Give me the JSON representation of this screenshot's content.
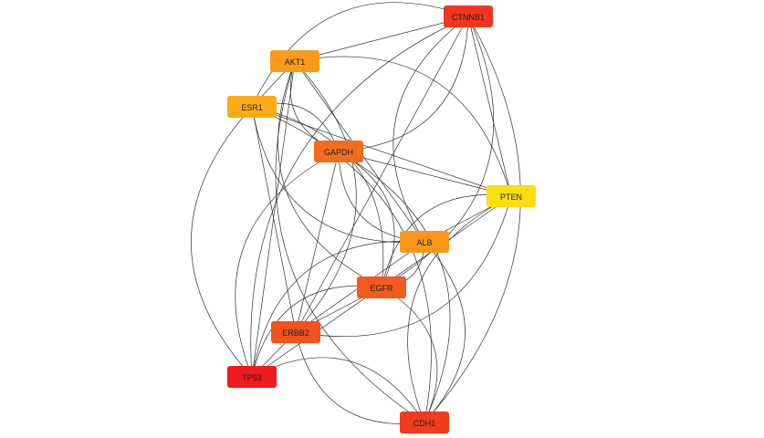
{
  "network": {
    "nodes": [
      {
        "id": "CTNNB1",
        "label": "CTNNB1",
        "color": "#f2361d"
      },
      {
        "id": "AKT1",
        "label": "AKT1",
        "color": "#fa9a17"
      },
      {
        "id": "ESR1",
        "label": "ESR1",
        "color": "#fcaa16"
      },
      {
        "id": "GAPDH",
        "label": "GAPDH",
        "color": "#f56d1c"
      },
      {
        "id": "PTEN",
        "label": "PTEN",
        "color": "#fcdc12"
      },
      {
        "id": "ALB",
        "label": "ALB",
        "color": "#fa961a"
      },
      {
        "id": "EGFR",
        "label": "EGFR",
        "color": "#f35a1d"
      },
      {
        "id": "ERBB2",
        "label": "ERBB2",
        "color": "#f3521d"
      },
      {
        "id": "TP53",
        "label": "TP53",
        "color": "#f01a1e"
      },
      {
        "id": "CDH1",
        "label": "CDH1",
        "color": "#f23a1d"
      }
    ],
    "edges": [
      [
        "CTNNB1",
        "AKT1"
      ],
      [
        "CTNNB1",
        "ESR1"
      ],
      [
        "CTNNB1",
        "GAPDH"
      ],
      [
        "CTNNB1",
        "PTEN"
      ],
      [
        "CTNNB1",
        "ALB"
      ],
      [
        "CTNNB1",
        "EGFR"
      ],
      [
        "CTNNB1",
        "ERBB2"
      ],
      [
        "CTNNB1",
        "TP53"
      ],
      [
        "CTNNB1",
        "CDH1"
      ],
      [
        "AKT1",
        "ESR1"
      ],
      [
        "AKT1",
        "GAPDH"
      ],
      [
        "AKT1",
        "PTEN"
      ],
      [
        "AKT1",
        "ALB"
      ],
      [
        "AKT1",
        "EGFR"
      ],
      [
        "AKT1",
        "ERBB2"
      ],
      [
        "AKT1",
        "TP53"
      ],
      [
        "AKT1",
        "CDH1"
      ],
      [
        "ESR1",
        "GAPDH"
      ],
      [
        "ESR1",
        "PTEN"
      ],
      [
        "ESR1",
        "ALB"
      ],
      [
        "ESR1",
        "EGFR"
      ],
      [
        "ESR1",
        "ERBB2"
      ],
      [
        "ESR1",
        "TP53"
      ],
      [
        "ESR1",
        "CDH1"
      ],
      [
        "GAPDH",
        "PTEN"
      ],
      [
        "GAPDH",
        "ALB"
      ],
      [
        "GAPDH",
        "EGFR"
      ],
      [
        "GAPDH",
        "ERBB2"
      ],
      [
        "GAPDH",
        "TP53"
      ],
      [
        "GAPDH",
        "CDH1"
      ],
      [
        "PTEN",
        "ALB"
      ],
      [
        "PTEN",
        "EGFR"
      ],
      [
        "PTEN",
        "ERBB2"
      ],
      [
        "PTEN",
        "TP53"
      ],
      [
        "PTEN",
        "CDH1"
      ],
      [
        "ALB",
        "EGFR"
      ],
      [
        "ALB",
        "ERBB2"
      ],
      [
        "ALB",
        "TP53"
      ],
      [
        "ALB",
        "CDH1"
      ],
      [
        "EGFR",
        "ERBB2"
      ],
      [
        "EGFR",
        "TP53"
      ],
      [
        "EGFR",
        "CDH1"
      ],
      [
        "ERBB2",
        "TP53"
      ],
      [
        "ERBB2",
        "CDH1"
      ],
      [
        "TP53",
        "CDH1"
      ]
    ]
  }
}
